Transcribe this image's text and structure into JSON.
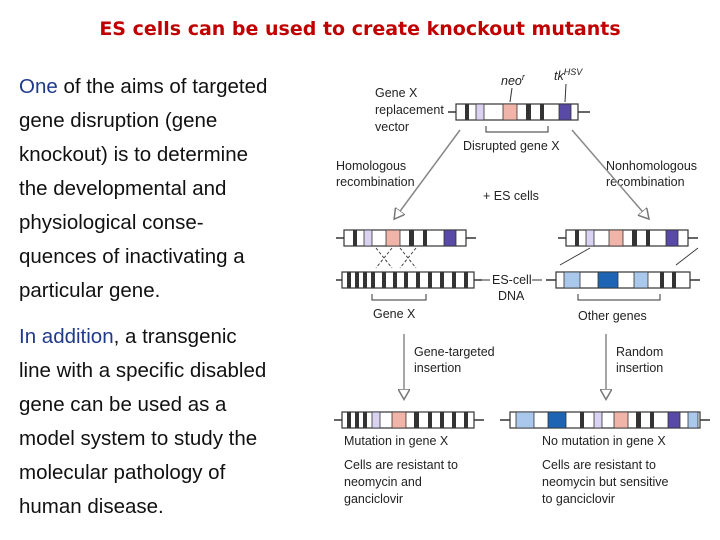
{
  "title": "ES cells can be used to create knockout mutants",
  "paragraph1": {
    "lead": "One",
    "lines": [
      " of the aims of targeted",
      "gene disruption (gene",
      "knockout) is to determine",
      "the developmental and",
      "physiological conse-",
      "quences of inactivating a",
      "particular gene."
    ]
  },
  "paragraph2": {
    "lead": "In addition",
    "lines": [
      ", a transgenic",
      "line with a specific disabled",
      "gene can be used as a",
      "model system to study the",
      "molecular pathology of",
      "human disease."
    ]
  },
  "figure": {
    "neo_label": "neo",
    "neo_sup": "r",
    "tk_label": "tk",
    "tk_sup": "HSV",
    "vector_label": [
      "Gene X",
      "replacement",
      "vector"
    ],
    "disrupted_label": "Disrupted gene X",
    "homologous_label": [
      "Homologous",
      "recombination"
    ],
    "nonhomologous_label": [
      "Nonhomologous",
      "recombination"
    ],
    "es_cells_label": "+ ES cells",
    "es_cell_dna_label": [
      "ES-cell",
      "DNA"
    ],
    "gene_x_label": "Gene X",
    "other_genes_label": "Other genes",
    "gene_targeted_label": [
      "Gene-targeted",
      "insertion"
    ],
    "random_label": [
      "Random",
      "insertion"
    ],
    "left_result": {
      "heading": "Mutation in gene X",
      "lines": [
        "Cells are resistant to",
        "neomycin and",
        "ganciclovir"
      ]
    },
    "right_result": {
      "heading": "No mutation in gene X",
      "lines": [
        "Cells are resistant to",
        "neomycin but sensitive",
        "to ganciclovir"
      ]
    },
    "colors": {
      "neo": "#f0b4a8",
      "tk": "#5a4aa8",
      "gene": "#d9d2f0",
      "other_light": "#aac8ec",
      "other_dark": "#1e64b4",
      "arrow": "#8a8a8a"
    }
  }
}
